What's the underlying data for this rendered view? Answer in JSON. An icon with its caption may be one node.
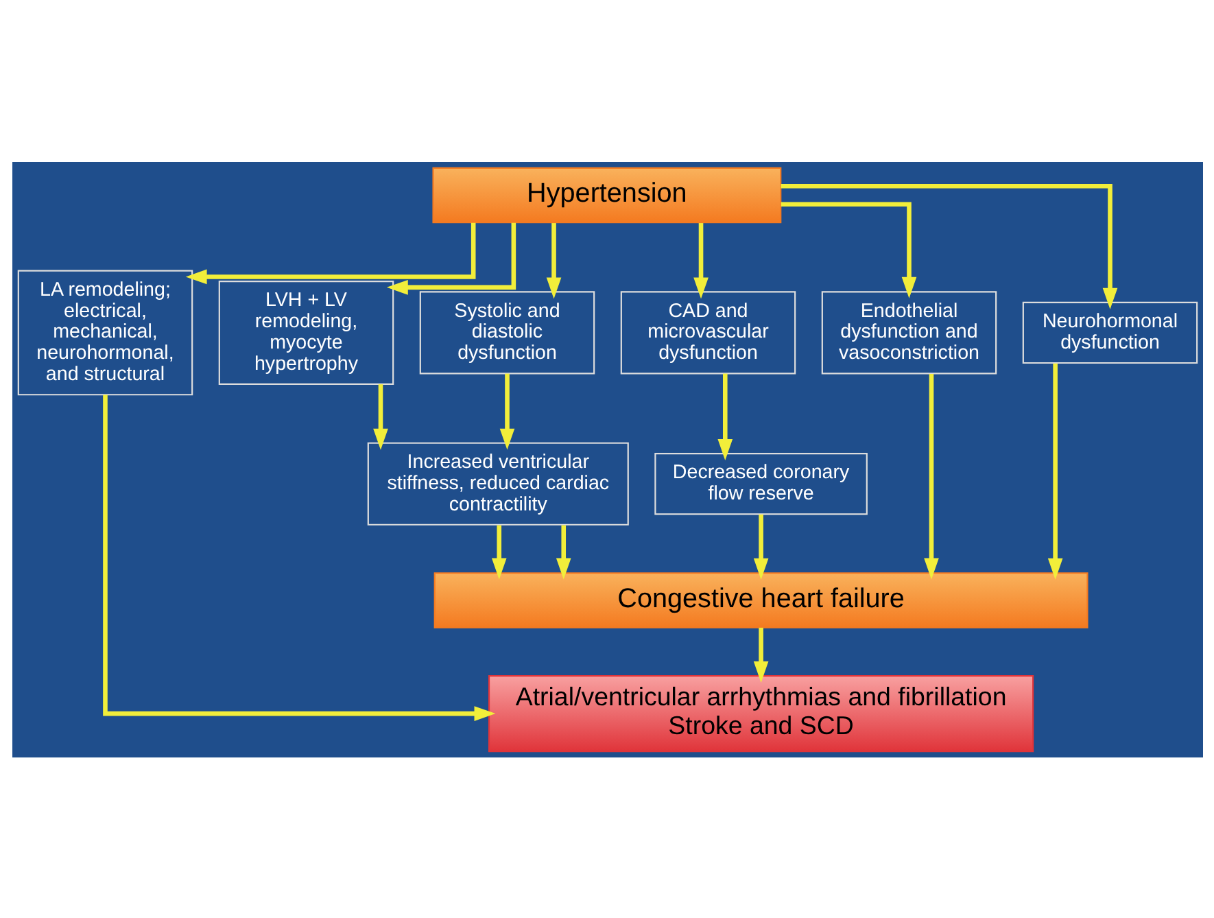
{
  "diagram": {
    "nodes": [
      {
        "text": [
          "Hypertension"
        ]
      },
      {
        "text": [
          "LA remodeling; electrical, mechanical, neurohormonal, and structural"
        ]
      },
      {
        "text": [
          "LVH + LV remodeling, myocyte hypertrophy"
        ]
      },
      {
        "text": [
          "Systolic and diastolic dysfunction"
        ]
      },
      {
        "text": [
          "CAD and microvascular dysfunction"
        ]
      },
      {
        "text": [
          "Endothelial dysfunction and vasoconstriction"
        ]
      },
      {
        "text": [
          "Neurohormonal dysfunction"
        ]
      },
      {
        "text": [
          "Increased ventricular stiffness, reduced cardiac contractility"
        ]
      },
      {
        "text": [
          "Decreased coronary flow reserve"
        ]
      },
      {
        "text": [
          "Congestive heart failure"
        ]
      },
      {
        "text": [
          "Atrial/ventricular arrhythmias and fibrillation",
          "Stroke and SCD"
        ]
      }
    ],
    "edges": [
      {
        "from": 0,
        "to": 1,
        "arrow": "to"
      },
      {
        "from": 0,
        "to": 2,
        "arrow": "to"
      },
      {
        "from": 0,
        "to": 3,
        "arrow": "to"
      },
      {
        "from": 0,
        "to": 4,
        "arrow": "to"
      },
      {
        "from": 0,
        "to": 5,
        "arrow": "to"
      },
      {
        "from": 0,
        "to": 6,
        "arrow": "to"
      },
      {
        "from": 2,
        "to": 7,
        "arrow": "to"
      },
      {
        "from": 3,
        "to": 7,
        "arrow": "to"
      },
      {
        "from": 4,
        "to": 8,
        "arrow": "to"
      },
      {
        "from": 7,
        "to": 9,
        "arrow": "to"
      },
      {
        "from": 7,
        "to": 9,
        "arrow": "to"
      },
      {
        "from": 8,
        "to": 9,
        "arrow": "to"
      },
      {
        "from": 5,
        "to": 9,
        "arrow": "to"
      },
      {
        "from": 6,
        "to": 9,
        "arrow": "to"
      },
      {
        "from": 9,
        "to": 10,
        "arrow": "to"
      },
      {
        "from": 1,
        "to": 10,
        "arrow": "to"
      }
    ]
  }
}
